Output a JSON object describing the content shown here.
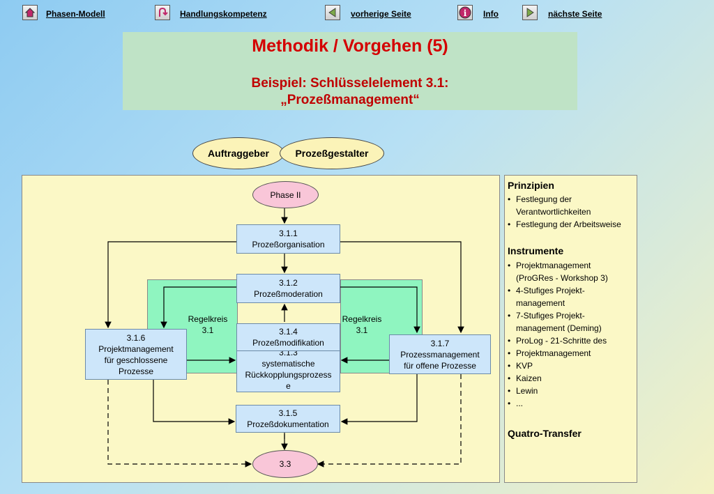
{
  "nav": {
    "phasen_modell": "Phasen-Modell",
    "handlungskompetenz": "Handlungskompetenz",
    "vorherige": "vorherige Seite",
    "info": "Info",
    "naechste": "nächste Seite"
  },
  "title": {
    "main": "Methodik / Vorgehen (5)",
    "sub_line1": "Beispiel: Schlüsselelement 3.1:",
    "sub_line2": "„Prozeßmanagement“"
  },
  "roles": {
    "auftraggeber": "Auftraggeber",
    "prozessgestalter": "Prozeßgestalter"
  },
  "diagram": {
    "phase": "Phase II",
    "end": "3.3",
    "n311": {
      "num": "3.1.1",
      "text": "Prozeßorganisation"
    },
    "n312": {
      "num": "3.1.2",
      "text": "Prozeßmoderation"
    },
    "n314": {
      "num": "3.1.4",
      "text": "Prozeßmodifikation"
    },
    "n313": {
      "num": "3.1.3",
      "line1": "systematische",
      "line2": "Rückkopplungsprozess",
      "line3": "e"
    },
    "n315": {
      "num": "3.1.5",
      "text": "Prozeßdokumentation"
    },
    "n316": {
      "num": "3.1.6",
      "line1": "Projektmanagement",
      "line2": "für geschlossene",
      "line3": "Prozesse"
    },
    "n317": {
      "num": "3.1.7",
      "line1": "Prozessmanagement",
      "line2": "für offene Prozesse"
    },
    "regelkreis_left": {
      "line1": "Regelkreis",
      "line2": "3.1"
    },
    "regelkreis_right": {
      "line1": "Regelkreis",
      "line2": "3.1"
    }
  },
  "right_panel": {
    "prinzipien_title": "Prinzipien",
    "prinzipien": [
      {
        "l1": "Festlegung der",
        "l2": "Verantwortlichkeiten"
      },
      {
        "l1": "Festlegung der Arbeitsweise",
        "l2": ""
      }
    ],
    "instrumente_title": "Instrumente",
    "instrumente": [
      {
        "l1": "Projektmanagement",
        "l2": "(ProGRes - Workshop 3)"
      },
      {
        "l1": "4-Stufiges Projekt-",
        "l2": "management"
      },
      {
        "l1": "7-Stufiges Projekt-",
        "l2": "management (Deming)"
      },
      {
        "l1": "ProLog - 21-Schritte des",
        "l2": ""
      },
      {
        "l1": "Projektmanagement",
        "l2": ""
      },
      {
        "l1": "KVP",
        "l2": ""
      },
      {
        "l1": "Kaizen",
        "l2": ""
      },
      {
        "l1": "Lewin",
        "l2": ""
      },
      {
        "l1": "...",
        "l2": ""
      }
    ],
    "quatro": "Quatro-Transfer"
  },
  "colors": {
    "title_red": "#d40000",
    "node_blue": "#cde6fa",
    "pink": "#f9c6d8",
    "green": "#8ff5c0",
    "panel_yellow": "#fbf8c6"
  }
}
